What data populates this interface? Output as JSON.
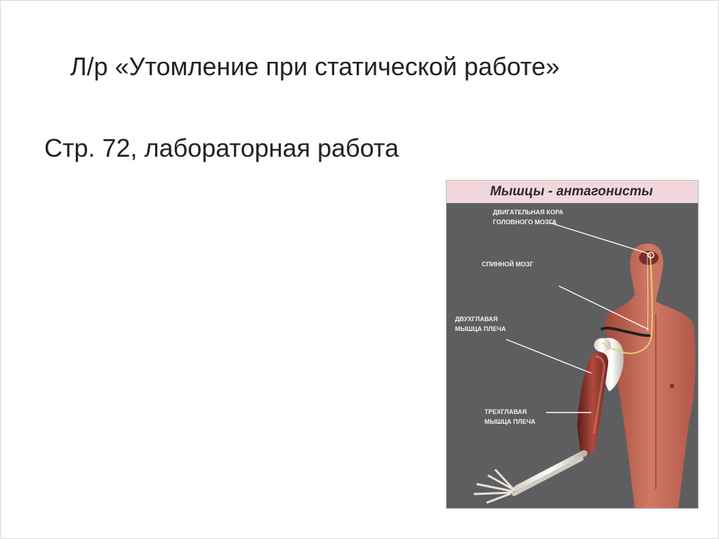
{
  "slide": {
    "title": "Л/р  «Утомление при статической работе»",
    "subtitle": "Стр. 72, лабораторная работа"
  },
  "figure": {
    "title": "Мышцы - антагонисты",
    "labels": {
      "motor_cortex_line1": "ДВИГАТЕЛЬНАЯ КОРА",
      "motor_cortex_line2": "ГОЛОВНОГО МОЗГА",
      "spinal_cord": "СПИННОЙ МОЗГ",
      "biceps_line1": "ДВУХГЛАВАЯ",
      "biceps_line2": "МЫШЦА ПЛЕЧА",
      "triceps_line1": "ТРЕХГЛАВАЯ",
      "triceps_line2": "МЫШЦА ПЛЕЧА"
    }
  }
}
